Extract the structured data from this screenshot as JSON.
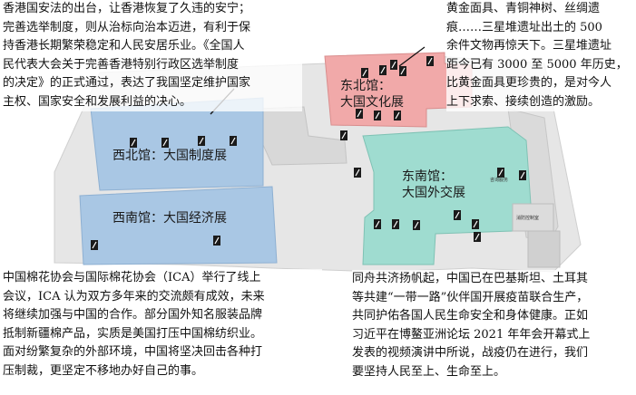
{
  "texts": {
    "top_left": "香港国安法的出台，让香港恢复了久违的安宁；\n完善选举制度，则从治标向治本迈进，有利于保\n持香港长期繁荣稳定和人民安居乐业。《全国人\n民代表大会关于完善香港特别行政区选举制度\n的决定》的正式通过，表达了我国坚定维护国家\n主权、国家安全和发展利益的决心。",
    "top_right": "黄金面具、青铜神树、丝绸遗\n痕……三星堆遗址出土的 500\n余件文物再惊天下。三星堆遗址\n距今已有 3000 至 5000 年历史，\n比黄金面具更珍贵的，是对今人\n上下求索、接续创造的激励。",
    "bottom_left": "中国棉花协会与国际棉花协会（ICA）举行了线上\n会议，ICA 认为双方多年来的交流颇有成效，未来\n将继续加强与中国的合作。部分国外知名服装品牌\n抵制新疆棉产品，实质是美国打压中国棉纺织业。\n面对纷繁复杂的外部环境，中国将坚决回击各种打\n压制裁，更坚定不移地办好自己的事。",
    "bottom_right": "同舟共济扬帆起，中国已在巴基斯坦、土耳其\n等共建“一带一路”伙伴国开展疫苗联合生产，\n共同护佑各国人民生命安全和身体健康。正如\n习近平在博鳌亚洲论坛 2021 年年会开幕式上\n发表的视频演讲中所说，战疫仍在进行，我们\n要坚持人民至上、生命至上。"
  },
  "halls": {
    "northwest": {
      "line1": "西北馆：",
      "line2": "大国制度展"
    },
    "southwest": {
      "line1": "西南馆：",
      "line2": "大国经济展"
    },
    "northeast": {
      "line1": "东北馆：",
      "line2": "大国文化展"
    },
    "southeast": {
      "line1": "东南馆：",
      "line2": "大国外交展"
    }
  },
  "small_labels": [
    "咨询服务",
    "消防控制室"
  ],
  "colors": {
    "northwest": "#a9c7e4",
    "southwest": "#a9c7e4",
    "northeast": "#f1a9a9",
    "southeast": "#9fdcd0",
    "floor": "#e3e3e3"
  }
}
